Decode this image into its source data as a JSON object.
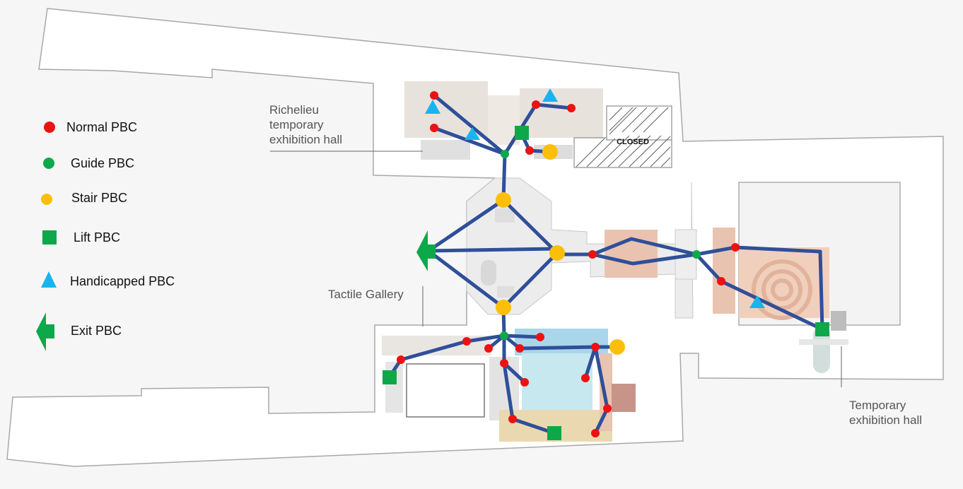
{
  "legend": {
    "items": [
      {
        "label": "Normal PBC",
        "icon": "red-dot-icon",
        "color": "#ee1111"
      },
      {
        "label": "Guide PBC",
        "icon": "green-dot-icon",
        "color": "#0da84a"
      },
      {
        "label": "Stair PBC",
        "icon": "yellow-dot-icon",
        "color": "#fbbf0a"
      },
      {
        "label": "Lift PBC",
        "icon": "green-square-icon",
        "color": "#0da84a"
      },
      {
        "label": "Handicapped PBC",
        "icon": "blue-triangle-icon",
        "color": "#19b4f0"
      },
      {
        "label": "Exit PBC",
        "icon": "green-arrow-icon",
        "color": "#0da84a"
      }
    ]
  },
  "labels": {
    "richelieu": [
      "Richelieu",
      "temporary",
      "exhibition hall"
    ],
    "tactile": "Tactile Gallery",
    "temporary": [
      "Temporary",
      "exhibition hall"
    ],
    "closed": "CLOSED"
  },
  "colors": {
    "path": "#2f4f99",
    "building_outline": "#a6a6a6"
  }
}
